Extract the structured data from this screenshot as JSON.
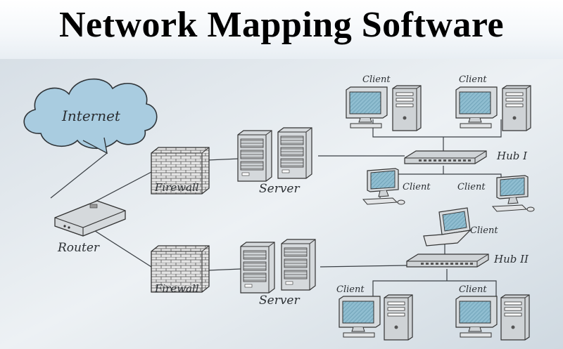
{
  "title": "Network Mapping Software",
  "labels": {
    "internet": "Internet",
    "router": "Router",
    "firewall_1": "Firewall",
    "firewall_2": "Firewall",
    "server_1": "Server",
    "server_2": "Server",
    "hub_1": "Hub I",
    "hub_2": "Hub II",
    "client": "Client"
  },
  "colors": {
    "background": "#dfe6ec",
    "cloud_fill": "#a9cce0",
    "screen_fill": "#7fb2c8",
    "device_gray": "#c7cbcf",
    "ink": "#2b2f33"
  },
  "icons": [
    "cloud-icon",
    "router-icon",
    "firewall-icon",
    "server-icon",
    "hub-icon",
    "desktop-icon",
    "monitor-icon",
    "laptop-icon"
  ]
}
